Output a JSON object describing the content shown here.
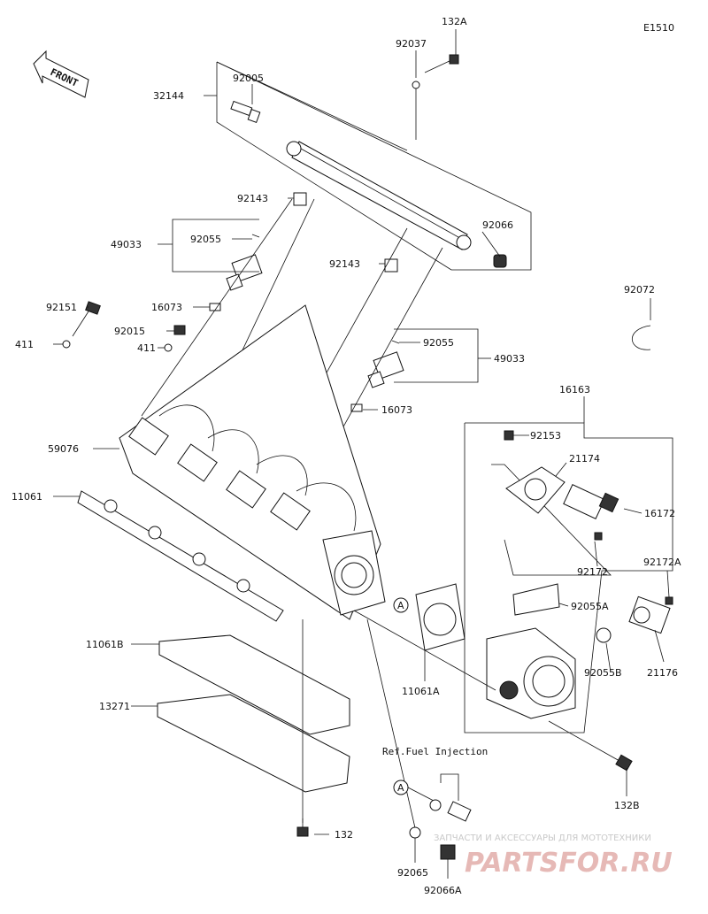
{
  "diagram_code": "E1510",
  "front_badge": "FRONT",
  "ref_note": "Ref.Fuel Injection",
  "labels": {
    "p132A": "132A",
    "p92037": "92037",
    "p92005": "92005",
    "p32144": "32144",
    "p92143a": "92143",
    "p92143b": "92143",
    "p92066": "92066",
    "p49033a": "49033",
    "p92055a": "92055",
    "p92055b": "92055",
    "p49033b": "49033",
    "p92072": "92072",
    "p92151": "92151",
    "p16073a": "16073",
    "p16073b": "16073",
    "p92015": "92015",
    "p411a": "411",
    "p411b": "411",
    "p59076": "59076",
    "p11061": "11061",
    "p16163": "16163",
    "p92153": "92153",
    "p21174": "21174",
    "p16172": "16172",
    "p92172": "92172",
    "p92172A": "92172A",
    "p92055A": "92055A",
    "p92055B": "92055B",
    "p21176": "21176",
    "p11061A": "11061A",
    "p11061B": "11061B",
    "p13271": "13271",
    "p132B": "132B",
    "p132": "132",
    "p92065": "92065",
    "p92066A": "92066A",
    "callout_a1": "A",
    "callout_a2": "A"
  },
  "watermark": {
    "tagline": "ЗАПЧАСТИ И АКСЕССУАРЫ ДЛЯ МОТОТЕХНИКИ",
    "brand": "PARTSFOR.RU"
  }
}
